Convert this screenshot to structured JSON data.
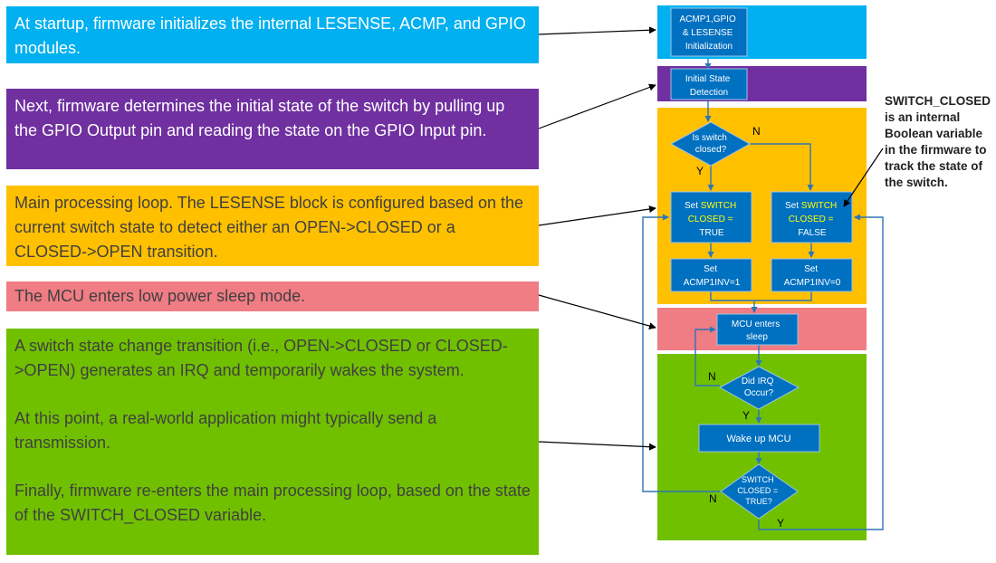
{
  "notes": [
    {
      "id": "init",
      "color": "#00b0f0",
      "text_color": "#ffffff",
      "paragraphs": [
        "At startup, firmware initializes the internal LESENSE, ACMP, and GPIO modules."
      ]
    },
    {
      "id": "state",
      "color": "#7030a0",
      "text_color": "#ffffff",
      "paragraphs": [
        "Next, firmware determines the initial state of the switch by pulling up the GPIO Output pin and reading the state on the GPIO Input pin."
      ]
    },
    {
      "id": "loop",
      "color": "#ffc000",
      "text_color": "#404040",
      "paragraphs": [
        "Main processing loop.  The LESENSE block is configured based on the current switch state to detect either an OPEN->CLOSED or a CLOSED->OPEN transition."
      ]
    },
    {
      "id": "sleep",
      "color": "#f07c84",
      "text_color": "#404040",
      "paragraphs": [
        "The MCU enters low power sleep mode."
      ]
    },
    {
      "id": "wake",
      "color": "#70c000",
      "text_color": "#404040",
      "paragraphs": [
        "A switch state change transition (i.e., OPEN->CLOSED or CLOSED->OPEN) generates an IRQ and temporarily wakes the system.",
        "At this point, a real-world application might typically send a transmission.",
        "Finally, firmware re-enters the main processing loop, based on the state of the SWITCH_CLOSED variable."
      ]
    }
  ],
  "side_note": "SWITCH_CLOSED is an internal Boolean variable in the firmware to track the state of the switch.",
  "flow": {
    "node_fill": "#0070c0",
    "node_stroke": "#9dc3e6",
    "highlight": "#ffff00",
    "zones": {
      "init": "#00b0f0",
      "state": "#7030a0",
      "loop": "#ffc000",
      "sleep": "#f07c84",
      "wake": "#70c000"
    },
    "init_lines": [
      "ACMP1,GPIO",
      "& LESENSE",
      "Initialization"
    ],
    "state_lines": [
      "Initial State",
      "Detection"
    ],
    "decision_switch": [
      "Is switch",
      "closed?"
    ],
    "set_true": [
      "Set ",
      "SWITCH",
      "CLOSED =",
      "TRUE"
    ],
    "set_false": [
      "Set ",
      "SWITCH",
      "CLOSED =",
      "FALSE"
    ],
    "acmp_true": [
      "Set",
      "ACMP1INV=1"
    ],
    "acmp_false": [
      "Set",
      "ACMP1INV=0"
    ],
    "sleep_lines": [
      "MCU enters",
      "sleep"
    ],
    "decision_irq": [
      "Did IRQ",
      "Occur?"
    ],
    "wake_label": "Wake up MCU",
    "decision_closed": [
      "SWITCH",
      "CLOSED =",
      "TRUE?"
    ],
    "yes": "Y",
    "no": "N"
  }
}
